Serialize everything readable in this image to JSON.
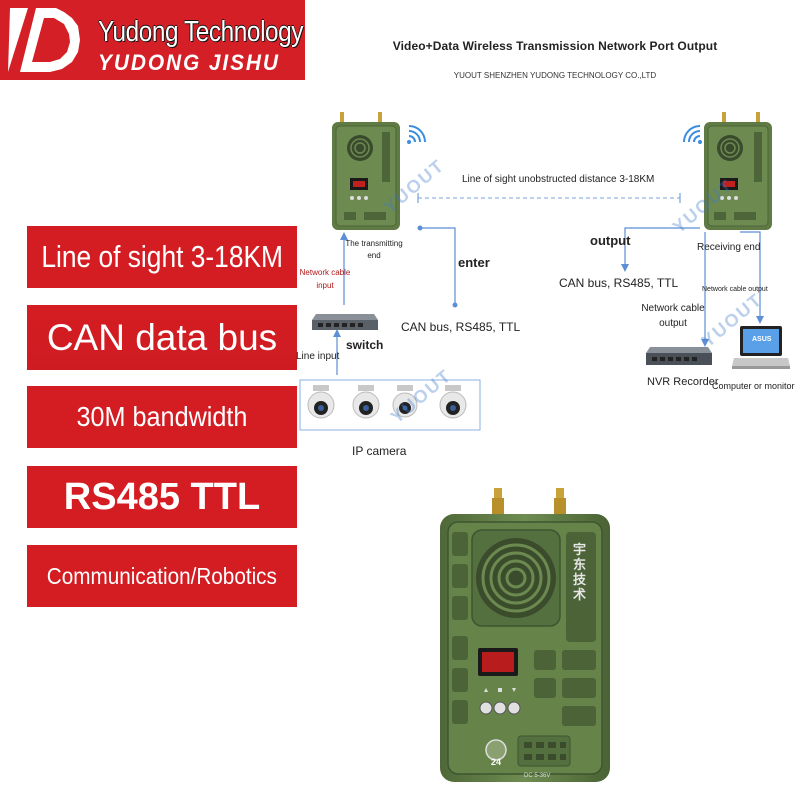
{
  "logo": {
    "title": "Yudong Technology",
    "subtitle": "YUDONG JISHU",
    "mark": "YD"
  },
  "header": {
    "title": "Video+Data Wireless Transmission Network Port Output",
    "company": "YUOUT SHENZHEN YUDONG TECHNOLOGY CO.,LTD"
  },
  "features": [
    "Line of sight 3-18KM",
    "CAN data bus",
    "30M bandwidth",
    "RS485 TTL",
    "Communication/Robotics"
  ],
  "diagram": {
    "link_label": "Line of sight unobstructed distance 3-18KM",
    "transmitting_end": "The transmitting end",
    "receiving_end": "Receiving end",
    "enter": "enter",
    "output": "output",
    "can_bus_left": "CAN bus, RS485, TTL",
    "can_bus_right": "CAN bus, RS485, TTL",
    "network_cable_input": "Network cable input",
    "network_cable_output_small": "Network cable output",
    "network_cable_output": "Network cable output",
    "switch": "switch",
    "line_input": "Line input",
    "ip_camera": "IP camera",
    "nvr_recorder": "NVR Recorder",
    "computer_or_monitor": "Computer or monitor",
    "laptop_brand": "ASUS",
    "watermark": "YUOUT"
  },
  "device": {
    "brand_vertical": "宇东技术",
    "model_badge": "24",
    "voltage": "DC 5-36V"
  },
  "colors": {
    "brand_red": "#d41d23",
    "device_green": "#5f7a45",
    "line_blue": "#5b8fd6"
  }
}
